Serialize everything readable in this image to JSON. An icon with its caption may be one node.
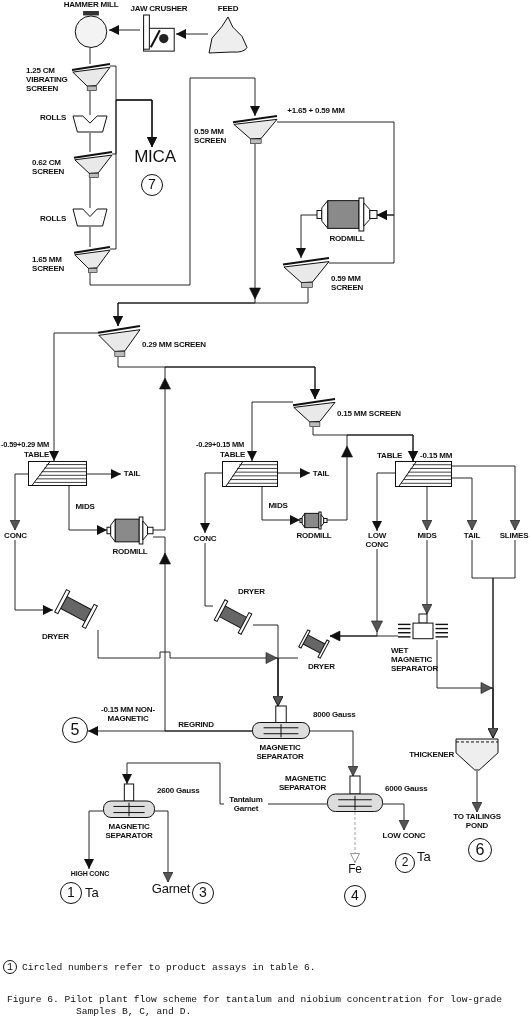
{
  "diagram": {
    "caption": "Figure 6. Pilot plant flow scheme for tantalum and niobium concentration for low-grade Samples B, C, and D.",
    "nodes": [
      {
        "text": [
          "HAMMER MILL"
        ]
      },
      {
        "text": [
          "JAW CRUSHER"
        ]
      },
      {
        "text": [
          "FEED"
        ]
      },
      {
        "text": [
          "1.25 CM VIBRATING SCREEN"
        ]
      },
      {
        "text": [
          "ROLLS"
        ]
      },
      {
        "text": [
          "0.62 CM SCREEN"
        ]
      },
      {
        "text": [
          "ROLLS"
        ]
      },
      {
        "text": [
          "1.65 MM SCREEN"
        ]
      },
      {
        "text": [
          "MICA"
        ]
      },
      {
        "text": [
          "7"
        ]
      },
      {
        "text": [
          "0.59 MM SCREEN"
        ]
      },
      {
        "text": [
          "RODMILL"
        ]
      },
      {
        "text": [
          "0.59 MM SCREEN"
        ]
      },
      {
        "text": [
          "0.29 MM SCREEN"
        ]
      },
      {
        "text": [
          "-0.59+0.29 MM",
          "TABLE"
        ]
      },
      {
        "text": [
          "TAIL"
        ]
      },
      {
        "text": [
          "RODMILL"
        ]
      },
      {
        "text": [
          "CONC"
        ]
      },
      {
        "text": [
          "DRYER"
        ]
      },
      {
        "text": [
          "0.15 MM SCREEN"
        ]
      },
      {
        "text": [
          "-0.29+0.15 MM",
          "TABLE"
        ]
      },
      {
        "text": [
          "TAIL"
        ]
      },
      {
        "text": [
          "RODMILL"
        ]
      },
      {
        "text": [
          "CONC"
        ]
      },
      {
        "text": [
          "DRYER"
        ]
      },
      {
        "text": [
          "TABLE",
          "-0.15 MM"
        ]
      },
      {
        "text": [
          "LOW CONC"
        ]
      },
      {
        "text": [
          "MIDS"
        ]
      },
      {
        "text": [
          "TAIL"
        ]
      },
      {
        "text": [
          "SLIMES"
        ]
      },
      {
        "text": [
          "WET MAGNETIC SEPARATOR"
        ]
      },
      {
        "text": [
          "DRYER"
        ]
      },
      {
        "text": [
          "8000 Gauss",
          "MAGNETIC SEPARATOR"
        ]
      },
      {
        "text": [
          "5"
        ]
      },
      {
        "text": [
          "MAGNETIC SEPARATOR",
          "6000 Gauss"
        ]
      },
      {
        "text": [
          "2600 Gauss",
          "MAGNETIC SEPARATOR"
        ]
      },
      {
        "text": [
          "HIGH CONC"
        ]
      },
      {
        "text": [
          "1"
        ],
        "beside": [
          "Ta"
        ]
      },
      {
        "text": [
          "Garnet"
        ]
      },
      {
        "text": [
          "3"
        ]
      },
      {
        "text": [
          "Fe"
        ]
      },
      {
        "text": [
          "4"
        ]
      },
      {
        "text": [
          "LOW CONC"
        ]
      },
      {
        "text": [
          "2"
        ],
        "beside": [
          "Ta"
        ]
      },
      {
        "text": [
          "THICKENER"
        ]
      },
      {
        "text": [
          "TO TAILINGS POND"
        ]
      },
      {
        "text": [
          "6"
        ]
      }
    ],
    "edges": [
      {
        "from": 2,
        "to": 1,
        "arrow": "to"
      },
      {
        "from": 1,
        "to": 0,
        "arrow": "to"
      },
      {
        "from": 0,
        "to": 3,
        "arrow": "none"
      },
      {
        "from": 3,
        "to": 4,
        "arrow": "none"
      },
      {
        "from": 4,
        "to": 5,
        "arrow": "none"
      },
      {
        "from": 5,
        "to": 6,
        "arrow": "none"
      },
      {
        "from": 6,
        "to": 7,
        "arrow": "none"
      },
      {
        "from": 3,
        "to": 8,
        "arrow": "to"
      },
      {
        "from": 5,
        "to": 8,
        "arrow": "to"
      },
      {
        "from": 7,
        "to": 8,
        "arrow": "to"
      },
      {
        "from": 7,
        "to": 10,
        "arrow": "to"
      },
      {
        "from": 10,
        "to": 11,
        "label": "+1.65 + 0.59 MM",
        "arrow": "to"
      },
      {
        "from": 11,
        "to": 12,
        "arrow": "to"
      },
      {
        "from": 12,
        "to": 11,
        "arrow": "to"
      },
      {
        "from": 10,
        "to": 13,
        "arrow": "to"
      },
      {
        "from": 12,
        "to": 13,
        "arrow": "to"
      },
      {
        "from": 13,
        "to": 14,
        "arrow": "to"
      },
      {
        "from": 14,
        "to": 15,
        "arrow": "to"
      },
      {
        "from": 14,
        "to": 16,
        "label": "MIDS",
        "arrow": "to"
      },
      {
        "from": 16,
        "to": 19,
        "arrow": "to"
      },
      {
        "from": 13,
        "to": 19,
        "arrow": "to"
      },
      {
        "from": 14,
        "to": 17,
        "arrow": "to"
      },
      {
        "from": 17,
        "to": 18,
        "arrow": "to"
      },
      {
        "from": 19,
        "to": 20,
        "arrow": "to"
      },
      {
        "from": 20,
        "to": 21,
        "arrow": "to"
      },
      {
        "from": 20,
        "to": 22,
        "label": "MIDS",
        "arrow": "to"
      },
      {
        "from": 22,
        "to": 25,
        "arrow": "to"
      },
      {
        "from": 19,
        "to": 25,
        "arrow": "to"
      },
      {
        "from": 20,
        "to": 23,
        "arrow": "to"
      },
      {
        "from": 23,
        "to": 24,
        "arrow": "none"
      },
      {
        "from": 25,
        "to": 26,
        "arrow": "to"
      },
      {
        "from": 25,
        "to": 27,
        "arrow": "to"
      },
      {
        "from": 25,
        "to": 28,
        "arrow": "to"
      },
      {
        "from": 25,
        "to": 29,
        "arrow": "to"
      },
      {
        "from": 27,
        "to": 30,
        "arrow": "to"
      },
      {
        "from": 26,
        "to": 31,
        "arrow": "to"
      },
      {
        "from": 30,
        "to": 31,
        "arrow": "to"
      },
      {
        "from": 18,
        "to": 32,
        "arrow": "to"
      },
      {
        "from": 24,
        "to": 32,
        "arrow": "to"
      },
      {
        "from": 31,
        "to": 32,
        "arrow": "to"
      },
      {
        "from": 32,
        "to": 33,
        "label": "-0.15 MM NON-MAGNETIC",
        "arrow": "to"
      },
      {
        "from": 32,
        "to": 16,
        "label": "REGRIND",
        "arrow": "to"
      },
      {
        "from": 32,
        "to": 34,
        "arrow": "to"
      },
      {
        "from": 34,
        "to": 35,
        "label": "Tantalum Garnet",
        "arrow": "to"
      },
      {
        "from": 34,
        "to": 42,
        "arrow": "to"
      },
      {
        "from": 34,
        "to": 40,
        "arrow": "to",
        "style": "dashed",
        "color": "#999999"
      },
      {
        "from": 35,
        "to": 36,
        "arrow": "to"
      },
      {
        "from": 35,
        "to": 38,
        "arrow": "to"
      },
      {
        "from": 28,
        "to": 44,
        "arrow": "to"
      },
      {
        "from": 29,
        "to": 44,
        "arrow": "to"
      },
      {
        "from": 30,
        "to": 44,
        "arrow": "to"
      },
      {
        "from": 44,
        "to": 45,
        "arrow": "to"
      }
    ],
    "labels": [
      "1",
      "Circled numbers refer to product assays in table 6."
    ]
  }
}
